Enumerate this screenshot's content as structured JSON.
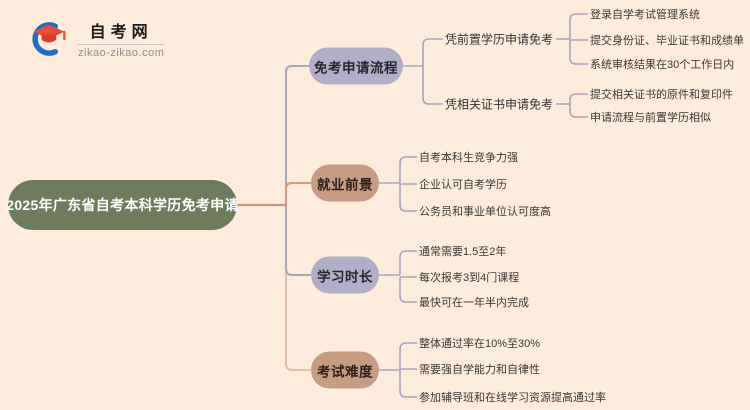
{
  "logo": {
    "site_name": "自考网",
    "site_url": "zikao-zikao.com"
  },
  "colors": {
    "background": "#fdecdc",
    "title_pill": "#6f7c5c",
    "lavender_pill": "#b3aec8",
    "tan_pill": "#c59d85",
    "salmon_line": "#c6957c",
    "light_salmon_line": "#e2bfa7",
    "lavender_line": "#aaa6bc",
    "logo_blue": "#1e6fc0",
    "logo_red": "#e84b3c"
  },
  "map": {
    "title": "2025年广东省自考本科学历免考申请",
    "branches": [
      {
        "label": "免考申请流程",
        "children": [
          {
            "label": "凭前置学历申请免考",
            "children": [
              {
                "label": "登录自学考试管理系统"
              },
              {
                "label": "提交身份证、毕业证书和成绩单"
              },
              {
                "label": "系统审核结果在30个工作日内"
              }
            ]
          },
          {
            "label": "凭相关证书申请免考",
            "children": [
              {
                "label": "提交相关证书的原件和复印件"
              },
              {
                "label": "申请流程与前置学历相似"
              }
            ]
          }
        ]
      },
      {
        "label": "就业前景",
        "children": [
          {
            "label": "自考本科生竞争力强"
          },
          {
            "label": "企业认可自考学历"
          },
          {
            "label": "公务员和事业单位认可度高"
          }
        ]
      },
      {
        "label": "学习时长",
        "children": [
          {
            "label": "通常需要1.5至2年"
          },
          {
            "label": "每次报考3到4门课程"
          },
          {
            "label": "最快可在一年半内完成"
          }
        ]
      },
      {
        "label": "考试难度",
        "children": [
          {
            "label": "整体通过率在10%至30%"
          },
          {
            "label": "需要强自学能力和自律性"
          },
          {
            "label": "参加辅导班和在线学习资源提高通过率"
          }
        ]
      }
    ]
  }
}
